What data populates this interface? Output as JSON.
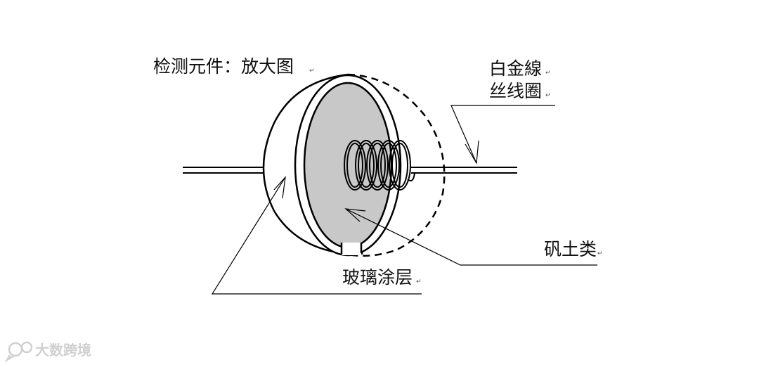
{
  "labels": {
    "title": "检测元件：放大图",
    "platinum_line1": "白金線",
    "platinum_line2": "丝线圈",
    "alumina": "矾土类",
    "glass": "玻璃涂层"
  },
  "watermark": {
    "text": "大数跨境",
    "icon": "speech-bubble-logo-icon"
  },
  "colors": {
    "stroke": "#000000",
    "fill_core": "#c8c8c8",
    "background": "#ffffff"
  }
}
